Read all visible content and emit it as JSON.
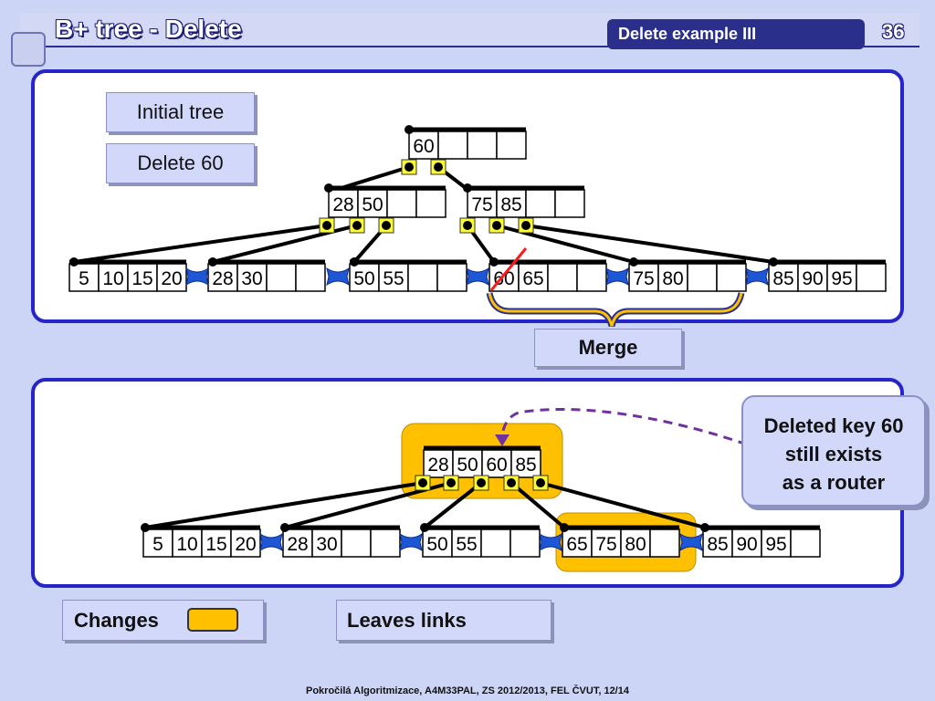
{
  "header": {
    "title": "B+ tree - Delete",
    "subtitle": "Delete example III",
    "page_number": "36"
  },
  "buttons": {
    "initial_tree": "Initial tree",
    "delete": "Delete 60",
    "merge": "Merge"
  },
  "callout": {
    "line1": "Deleted key 60",
    "line2": "still exists",
    "line3": "as a router"
  },
  "legend": {
    "changes": "Changes",
    "leaves_links": "Leaves links"
  },
  "footer": "Pokročilá Algoritmizace, A4M33PAL, ZS 2012/2013, FEL ČVUT,  12/14",
  "colors": {
    "highlight": "#ffc000",
    "panel_border": "#2525c8",
    "link": "#1d57d6",
    "pointer": "#ffff33",
    "delete_mark": "#ff1a1a",
    "router_arrow": "#7030a0"
  },
  "initial_tree": {
    "root": [
      "60",
      "",
      "",
      ""
    ],
    "internal": [
      [
        "28",
        "50",
        "",
        ""
      ],
      [
        "75",
        "85",
        "",
        ""
      ]
    ],
    "leaves": [
      [
        "5",
        "10",
        "15",
        "20"
      ],
      [
        "28",
        "30",
        "",
        ""
      ],
      [
        "50",
        "55",
        "",
        ""
      ],
      [
        "60",
        "65",
        "",
        ""
      ],
      [
        "75",
        "80",
        "",
        ""
      ],
      [
        "85",
        "90",
        "95",
        ""
      ]
    ]
  },
  "result_tree": {
    "root": [
      "28",
      "50",
      "60",
      "85"
    ],
    "leaves": [
      [
        "5",
        "10",
        "15",
        "20"
      ],
      [
        "28",
        "30",
        "",
        ""
      ],
      [
        "50",
        "55",
        "",
        ""
      ],
      [
        "65",
        "75",
        "80",
        ""
      ],
      [
        "85",
        "90",
        "95",
        ""
      ]
    ]
  }
}
